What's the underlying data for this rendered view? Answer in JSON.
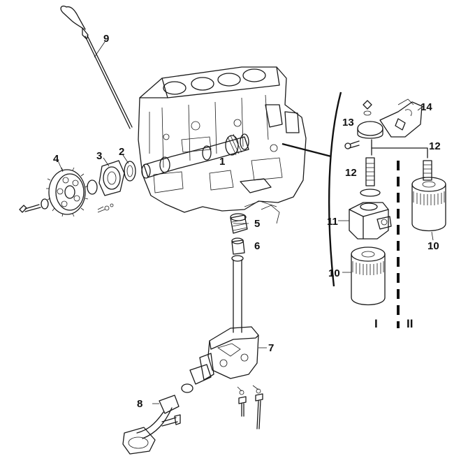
{
  "callouts": {
    "p1": "1",
    "p2": "2",
    "p3": "3",
    "p4": "4",
    "p5": "5",
    "p6": "6",
    "p7": "7",
    "p8": "8",
    "p9": "9",
    "p10a": "10",
    "p10b": "10",
    "p11": "11",
    "p12a": "12",
    "p12b": "12",
    "p13": "13",
    "p14": "14"
  },
  "variants": {
    "v1": "I",
    "v2": "II"
  }
}
